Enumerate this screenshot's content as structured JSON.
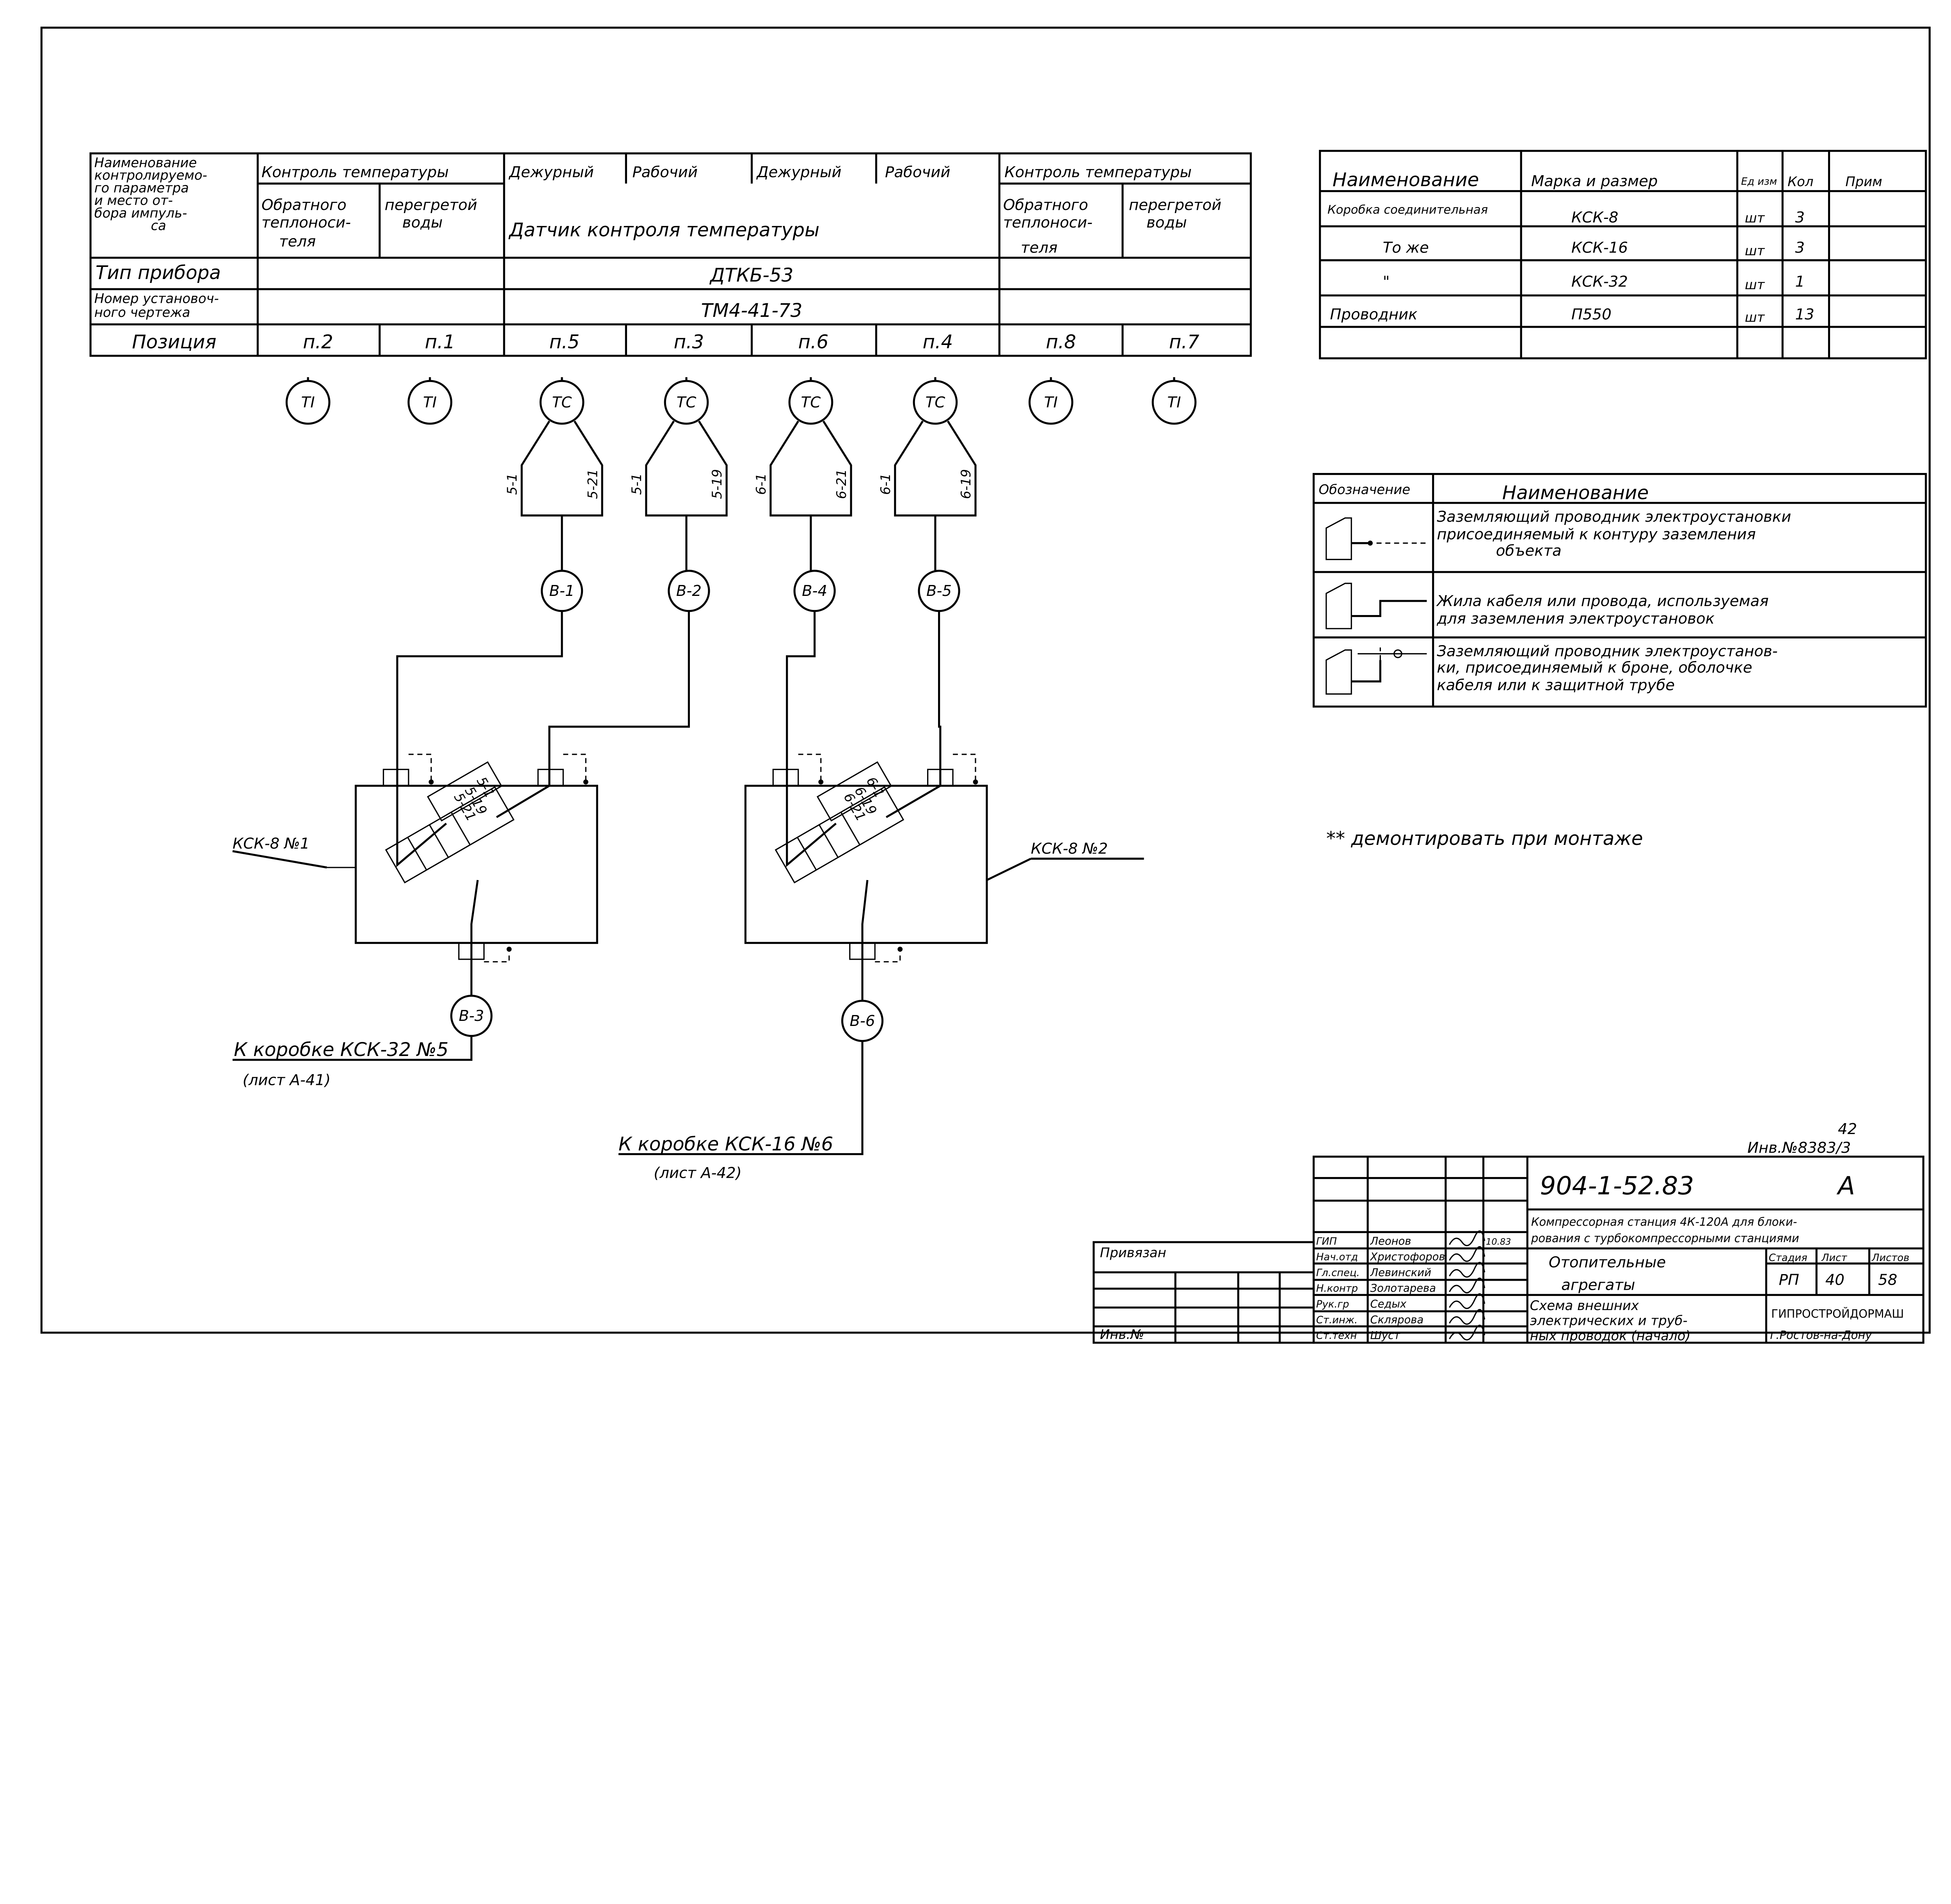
{
  "instrument_table": {
    "row_header_title": [
      "Наименование",
      "контролируемо-",
      "го параметра",
      "и место от-",
      "бора импуль-",
      "са"
    ],
    "group_left": "Контроль температуры",
    "group_right": "Контроль температуры",
    "duty_1": "Дежурный",
    "work_1": "Рабочий",
    "duty_2": "Дежурный",
    "work_2": "Рабочий",
    "return_heat": [
      "Обратного",
      "теплоноси-",
      "теля"
    ],
    "superheated": [
      "перегретой",
      "воды"
    ],
    "sensor": "Датчик контроля температуры",
    "device_type_label": "Тип прибора",
    "device_type_value": "ДТКБ-53",
    "drawing_label": [
      "Номер установоч-",
      "ного чертежа"
    ],
    "drawing_value": "ТМ4-41-73",
    "position_label": "Позиция",
    "positions": [
      "п.2",
      "п.1",
      "п.5",
      "п.3",
      "п.6",
      "п.4",
      "п.8",
      "п.7"
    ]
  },
  "instruments": [
    "TI",
    "TI",
    "TC",
    "TC",
    "TC",
    "TC",
    "TI",
    "TI"
  ],
  "wire_labels": [
    [
      "5-1",
      "5-21"
    ],
    [
      "5-1",
      "5-19"
    ],
    [
      "6-1",
      "6-21"
    ],
    [
      "6-1",
      "6-19"
    ]
  ],
  "cables": {
    "b1": "В-1",
    "b2": "В-2",
    "b4": "В-4",
    "b5": "В-5",
    "b3": "В-3",
    "b6": "В-6"
  },
  "boxes": {
    "box1": {
      "label": "КСК-8 №1",
      "terminals": [
        "5-1",
        "5-21",
        "5-19"
      ]
    },
    "box2": {
      "label": "КСК-8 №2",
      "terminals": [
        "6-1",
        "6-21",
        "6-19"
      ]
    }
  },
  "destinations": {
    "to1": "К коробке КСК-32 №5",
    "to1_sheet": "(лист А-41)",
    "to2": "К коробке КСК-16 №6",
    "to2_sheet": "(лист А-42)"
  },
  "spec_table": {
    "headers": [
      "Наименование",
      "Марка и размер",
      "Ед изм",
      "Кол",
      "Прим"
    ],
    "rows": [
      [
        "Коробка соединительная",
        "КСК-8",
        "шт",
        "3",
        ""
      ],
      [
        "То же",
        "КСК-16",
        "шт",
        "3",
        ""
      ],
      [
        "\"",
        "КСК-32",
        "шт",
        "1",
        ""
      ],
      [
        "Проводник",
        "П550",
        "шт",
        "13",
        ""
      ]
    ]
  },
  "legend": {
    "headers": [
      "Обозначение",
      "Наименование"
    ],
    "items": [
      [
        "Заземляющий проводник электроустановки",
        "присоединяемый к контуру заземления",
        "объекта"
      ],
      [
        "Жила кабеля или провода, используемая",
        "для заземления электроустановок"
      ],
      [
        "Заземляющий проводник электроустанов-",
        "ки, присоединяемый к броне, оболочке",
        "кабеля или к защитной трубе"
      ]
    ]
  },
  "note": "** демонтировать при монтаже",
  "title_block": {
    "page_number": "42",
    "inventory": "Инв.№8383/3",
    "code": "904-1-52.83",
    "letter": "А",
    "project": [
      "Компрессорная станция 4К-120А для блоки-",
      "рования с турбокомпрессорными станциями"
    ],
    "section": [
      "Отопительные",
      "агрегаты"
    ],
    "sheet_title": [
      "Схема внешних",
      "электрических и труб-",
      "ных проводок (начало)"
    ],
    "stage_label": "Стадия",
    "sheet_label": "Лист",
    "sheets_label": "Листов",
    "stage": "РП",
    "sheet": "40",
    "sheets": "58",
    "org": "ГИПРОСТРОЙДОРМАШ",
    "city": "г.Ростов-на-Дону",
    "date": "10.83",
    "signatures": [
      [
        "ГИП",
        "Леонов"
      ],
      [
        "Нач.отд",
        "Христофоров"
      ],
      [
        "Гл.спец.",
        "Левинский"
      ],
      [
        "Н.контр",
        "Золотарева"
      ],
      [
        "Рук.гр",
        "Седых"
      ],
      [
        "Ст.инж.",
        "Склярова"
      ],
      [
        "Ст.техн",
        "Шуст"
      ]
    ],
    "attached": "Привязан",
    "inv_no": "Инв.№"
  }
}
